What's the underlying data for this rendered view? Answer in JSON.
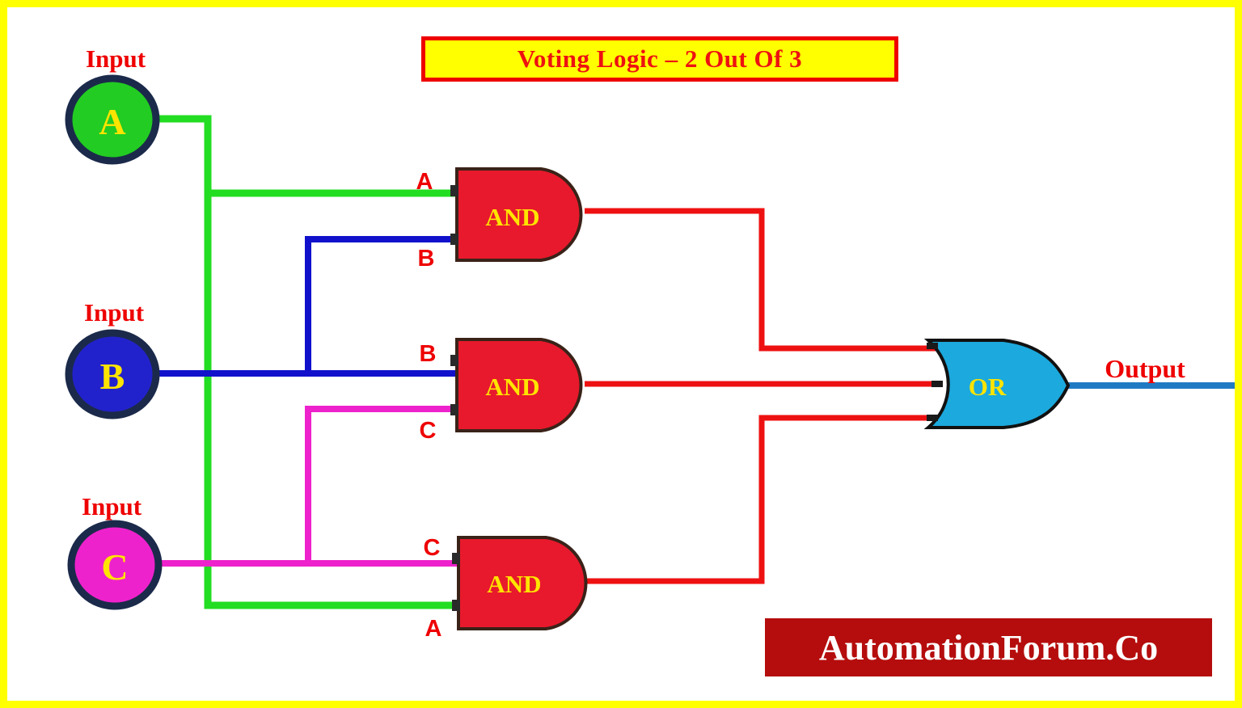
{
  "page": {
    "title": "Voting Logic – 2 Out Of 3",
    "border_color": "#ffff00",
    "background": "#ffffff"
  },
  "title_box": {
    "text": "Voting Logic – 2 Out Of 3",
    "fill": "#ffff00",
    "border_color": "#ee0000",
    "text_color": "#ee1111"
  },
  "inputs": [
    {
      "id": "A",
      "caption": "Input",
      "letter": "A",
      "fill": "#22cc22",
      "stroke": "#1b2a4a",
      "letter_color": "#ffe400",
      "wire_color": "#22dd22"
    },
    {
      "id": "B",
      "caption": "Input",
      "letter": "B",
      "fill": "#2222cc",
      "stroke": "#1b2a4a",
      "letter_color": "#ffe400",
      "wire_color": "#1111cc"
    },
    {
      "id": "C",
      "caption": "Input",
      "letter": "C",
      "fill": "#ee22cc",
      "stroke": "#1b2a4a",
      "letter_color": "#ffe400",
      "wire_color": "#ee22cc"
    }
  ],
  "gates": [
    {
      "id": "and1",
      "type": "AND",
      "label": "AND",
      "fill": "#e8192c",
      "stroke": "#3a2218",
      "label_color": "#ffe400",
      "pins": [
        "A",
        "B"
      ]
    },
    {
      "id": "and2",
      "type": "AND",
      "label": "AND",
      "fill": "#e8192c",
      "stroke": "#3a2218",
      "label_color": "#ffe400",
      "pins": [
        "B",
        "C"
      ]
    },
    {
      "id": "and3",
      "type": "AND",
      "label": "AND",
      "fill": "#e8192c",
      "stroke": "#3a2218",
      "label_color": "#ffe400",
      "pins": [
        "C",
        "A"
      ]
    },
    {
      "id": "or1",
      "type": "OR",
      "label": "OR",
      "fill": "#1ca9dd",
      "stroke": "#111111",
      "label_color": "#ffff00",
      "pins": []
    }
  ],
  "pin_labels": {
    "and1_top": "A",
    "and1_bottom": "B",
    "and2_top": "B",
    "and2_bottom": "C",
    "and3_top": "C",
    "and3_bottom": "A"
  },
  "output": {
    "label": "Output",
    "label_color": "#ee0000",
    "wire_color": "#1f7ac4"
  },
  "interconnect": {
    "and_output_color": "#ee1111"
  },
  "watermark": {
    "text": "AutomationForum.Co",
    "fill": "#b50d0d",
    "text_color": "#ffffff"
  }
}
